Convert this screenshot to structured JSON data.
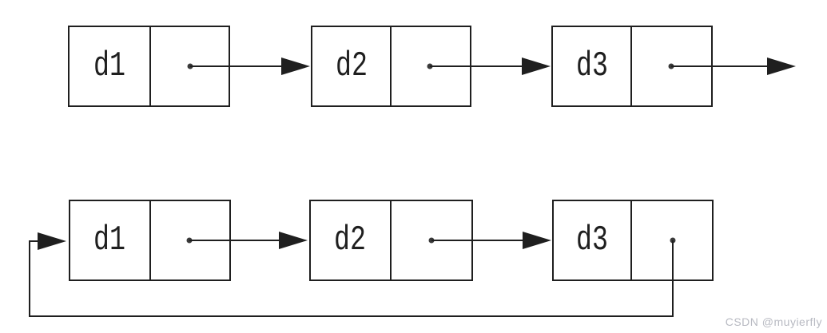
{
  "diagram": {
    "lists": [
      {
        "nodes": [
          "d1",
          "d2",
          "d3"
        ]
      },
      {
        "nodes": [
          "d1",
          "d2",
          "d3"
        ]
      }
    ]
  },
  "watermark": {
    "text": "CSDN @muyierfly"
  },
  "colors": {
    "line": "#1f1f1f",
    "background": "#ffffff",
    "watermark_text": "#b8bac2"
  }
}
